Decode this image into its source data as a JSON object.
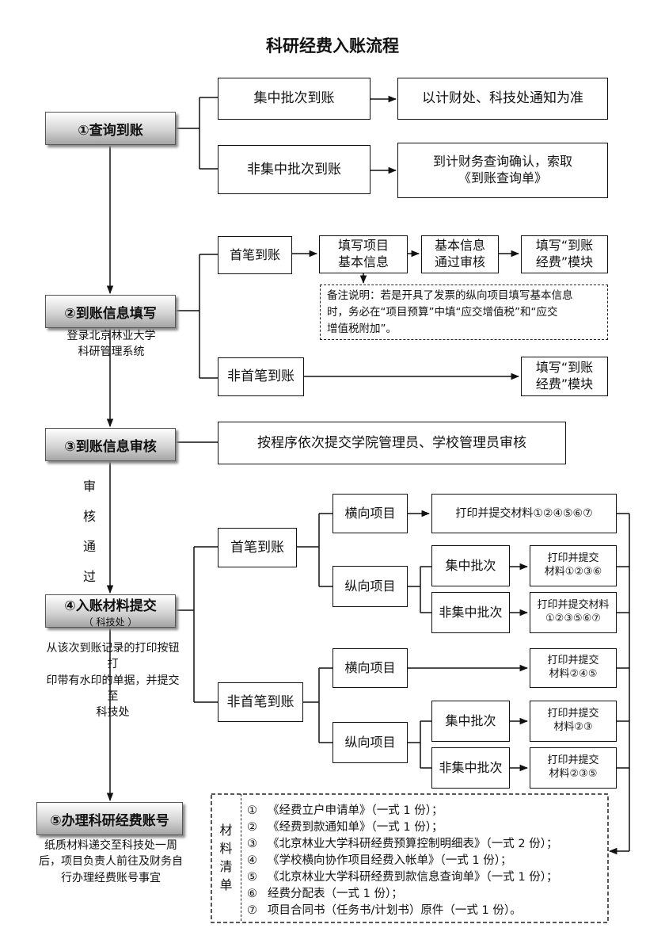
{
  "title": "科研经费入账流程",
  "steps": {
    "s1": "①查询到账",
    "s2": "②到账信息填写",
    "s2_note_1": "登录北京林业大学",
    "s2_note_2": "科研管理系统",
    "s3": "③到账信息审核",
    "s4": "④入账材料提交",
    "s4_sub": "（ 科技处 ）",
    "s4_note_1": "从该次到账记录的打印按钮打",
    "s4_note_2": "印带有水印的单据，并提交至",
    "s4_note_3": "科技处",
    "s5": "⑤办理科研经费账号",
    "s5_note_1": "纸质材料递交至科技处一周",
    "s5_note_2": "后，项目负责人前往及财务自",
    "s5_note_3": "行办理经费账号事宜"
  },
  "audit_pass": [
    "审",
    "核",
    "通",
    "过"
  ],
  "query": {
    "central": "集中批次到账",
    "central_result": "以计财处、科技处通知为准",
    "noncentral": "非集中批次到账",
    "noncentral_result_1": "到计财务查询确认，索取",
    "noncentral_result_2": "《到账查询单》"
  },
  "fill": {
    "first": "首笔到账",
    "fill_project_1": "填写项目",
    "fill_project_2": "基本信息",
    "basic_pass_1": "基本信息",
    "basic_pass_2": "通过审核",
    "fill_funding_1": "填写“到账",
    "fill_funding_2": "经费”模块",
    "remark_1": "备注说明：若是开具了发票的纵向项目填写基本信息",
    "remark_2": "时，务必在“项目预算”中填“应交增值税”和“应交",
    "remark_3": "增值税附加”。",
    "nonfirst": "非首笔到账",
    "fill_funding2_1": "填写“到账",
    "fill_funding2_2": "经费”模块"
  },
  "review": {
    "text": "按程序依次提交学院管理员、学校管理员审核"
  },
  "submit": {
    "first": "首笔到账",
    "horizontal": "横向项目",
    "print_h1": "打印并提交材料①②④⑤⑥⑦",
    "vertical": "纵向项目",
    "central": "集中批次",
    "print_vc1_1": "打印并提交",
    "print_vc1_2": "材料①②③⑥",
    "noncentral": "非集中批次",
    "print_vn1_1": "打印并提交材料",
    "print_vn1_2": "①②③⑤⑥⑦",
    "nonfirst": "非首笔到账",
    "horizontal2": "横向项目",
    "print_h2_1": "打印并提交",
    "print_h2_2": "材料②④⑤",
    "vertical2": "纵向项目",
    "central2": "集中批次",
    "print_vc2_1": "打印并提交",
    "print_vc2_2": "材料②③",
    "noncentral2": "非集中批次",
    "print_vn2_1": "打印并提交",
    "print_vn2_2": "材料②③⑤"
  },
  "materials": {
    "label": [
      "材",
      "料",
      "清",
      "单"
    ],
    "items": [
      {
        "num": "①",
        "text": "《经费立户申请单》（一式 1 份）；"
      },
      {
        "num": "②",
        "text": "《经费到款通知单》（一式 1 份）；"
      },
      {
        "num": "③",
        "text": "《北京林业大学科研经费预算控制明细表》（一式 2 份）；"
      },
      {
        "num": "④",
        "text": "《学校横向协作项目经费入帐单》（一式 1 份）；"
      },
      {
        "num": "⑤",
        "text": "《北京林业大学科研经费到款信息查询单》（一式 1 份）；"
      },
      {
        "num": "⑥",
        "text": "经费分配表（一式 1 份）；"
      },
      {
        "num": "⑦",
        "text": "项目合同书（任务书/计划书）原件（一式 1 份）。"
      }
    ]
  }
}
